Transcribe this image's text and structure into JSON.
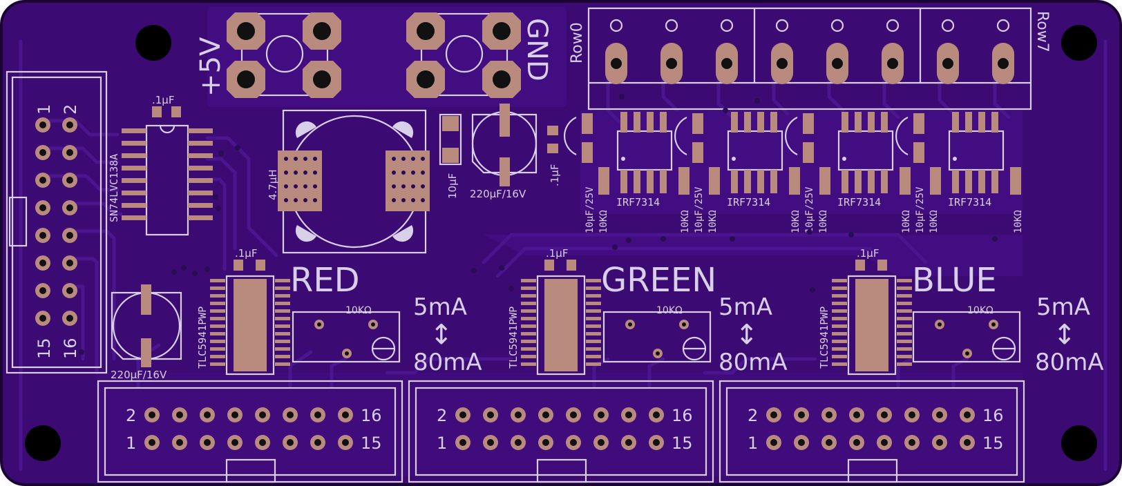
{
  "colors": {
    "board": "#3c0a73",
    "board_edge": "#1b0535",
    "trace": "#4a158f",
    "copper_pour": "#420d80",
    "silkscreen": "#d8cfe8",
    "pad": "#b98b7e",
    "hole": "#111111"
  },
  "power": {
    "vcc_label": "+5V",
    "gnd_label": "GND"
  },
  "rows": {
    "first": "Row0",
    "last": "Row7"
  },
  "header_left": {
    "pin_tl": "1",
    "pin_tr": "2",
    "pin_bl": "15",
    "pin_br": "16"
  },
  "components": {
    "decoder": "SN74LVC138A",
    "cap_small": ".1µF",
    "inductor": "4.7µH",
    "cap_10u": "10µF",
    "cap_bulk": "220µF/16V",
    "cap_bulk_left": "220µF/16V",
    "mosfet": "IRF7314",
    "cap_25v": "10µF/25V",
    "res_10k": "10KΩ",
    "driver": "TLC5941PWP",
    "pot": "10KΩ"
  },
  "channels": [
    {
      "name": "RED",
      "current_min": "5mA",
      "current_max": "80mA",
      "arrow": "↕"
    },
    {
      "name": "GREEN",
      "current_min": "5mA",
      "current_max": "80mA",
      "arrow": "↕"
    },
    {
      "name": "BLUE",
      "current_min": "5mA",
      "current_max": "80mA",
      "arrow": "↕"
    }
  ],
  "bottom_headers": [
    {
      "pin_top_left": "2",
      "pin_top_right": "16",
      "pin_bot_left": "1",
      "pin_bot_right": "15"
    },
    {
      "pin_top_left": "2",
      "pin_top_right": "16",
      "pin_bot_left": "1",
      "pin_bot_right": "15"
    },
    {
      "pin_top_left": "2",
      "pin_top_right": "16",
      "pin_bot_left": "1",
      "pin_bot_right": "15"
    }
  ]
}
